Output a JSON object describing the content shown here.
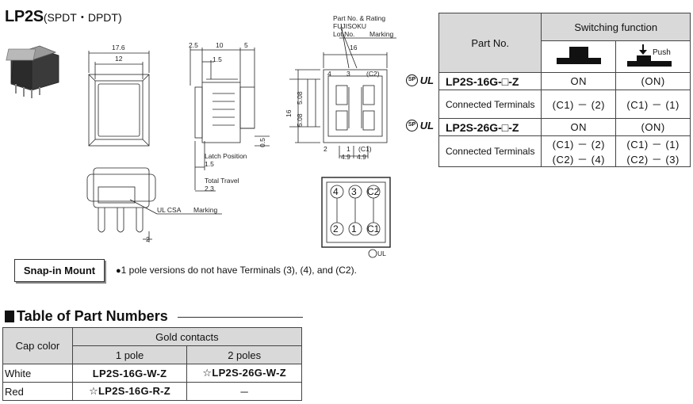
{
  "header": {
    "title": "LP2S",
    "subtitle": "(SPDT・DPDT)"
  },
  "drawing": {
    "dims": {
      "d176": "17.6",
      "d12": "12",
      "d25": "2.5",
      "d10": "10",
      "d5": "5",
      "d15": "1.5",
      "d16v": "16",
      "d508a": "5.08",
      "d508b": "5.08",
      "d05": "0.5",
      "d16top": "16",
      "d49a": "4.9",
      "d49b": "4.9",
      "d2": "2",
      "latch_label": "Latch Position",
      "latch_val": "1.5",
      "travel_label": "Total Travel",
      "travel_val": "2.3"
    },
    "labels": {
      "part_rating": "Part No. & Rating",
      "fujisoku": "FUJISOKU",
      "lot": "Lot  No.",
      "marking_top": "Marking",
      "ul_csa": "UL CSA",
      "marking_bottom": "Marking",
      "t4": "4",
      "t3": "3",
      "tc2": "(C2)",
      "t2": "2",
      "t1": "1",
      "tc1": "(C1)"
    },
    "terminals": {
      "top": [
        "4",
        "3",
        "C2"
      ],
      "bottom": [
        "2",
        "1",
        "C1"
      ]
    },
    "cert_mark": "UL"
  },
  "switching_table": {
    "header_part": "Part No.",
    "header_function": "Switching function",
    "push_label": "Push",
    "rows": [
      {
        "part": "LP2S-16G-□-Z",
        "released": "ON",
        "pushed": "(ON)"
      },
      {
        "part": "Connected Terminals",
        "released": "(C1) － (2)",
        "pushed": "(C1) － (1)"
      },
      {
        "part": "LP2S-26G-□-Z",
        "released": "ON",
        "pushed": "(ON)"
      },
      {
        "part": "Connected Terminals",
        "released": "(C1) － (2)",
        "released2": "(C2) － (4)",
        "pushed": "(C1) － (1)",
        "pushed2": "(C2) － (3)"
      }
    ],
    "cert1": "UL",
    "cert2": "UL"
  },
  "mount": {
    "label": "Snap-in Mount",
    "note": "1 pole versions do not have Terminals (3), (4), and (C2)."
  },
  "part_numbers": {
    "heading": "Table of Part Numbers",
    "col_cap": "Cap color",
    "col_gold": "Gold contacts",
    "col_1pole": "1 pole",
    "col_2poles": "2 poles",
    "rows": [
      {
        "color": "White",
        "p1": "LP2S-16G-W-Z",
        "p2": "☆LP2S-26G-W-Z"
      },
      {
        "color": "Red",
        "p1": "☆LP2S-16G-R-Z",
        "p2": "－"
      }
    ]
  }
}
